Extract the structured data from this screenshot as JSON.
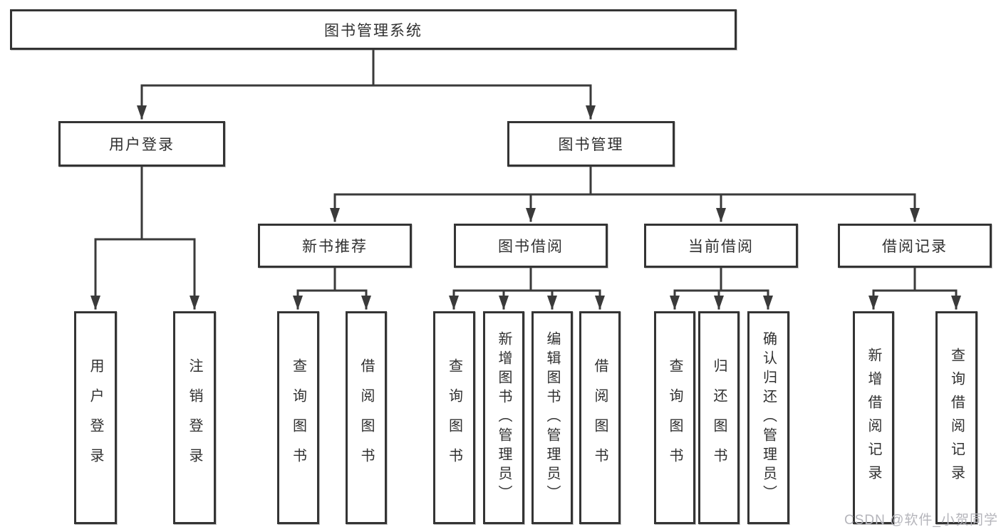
{
  "tree": {
    "root": "图书管理系统",
    "level2": [
      {
        "label": "用户登录",
        "leaves": [
          "用户登录",
          "注销登录"
        ]
      },
      {
        "label": "图书管理",
        "groups": [
          {
            "label": "新书推荐",
            "leaves": [
              "查询图书",
              "借阅图书"
            ]
          },
          {
            "label": "图书借阅",
            "leaves": [
              "查询图书",
              "新增图书（管理员）",
              "编辑图书（管理员）",
              "借阅图书"
            ]
          },
          {
            "label": "当前借阅",
            "leaves": [
              "查询图书",
              "归还图书",
              "确认归还（管理员）"
            ]
          },
          {
            "label": "借阅记录",
            "leaves": [
              "新增借阅记录",
              "查询借阅记录"
            ]
          }
        ]
      }
    ]
  },
  "watermark": {
    "text": "CSDN @软件_小贺同学"
  },
  "colors": {
    "line": "#3a3a3a",
    "border": "#343434",
    "text": "#303030",
    "background": "#ffffff",
    "watermark": "#b5b5bb"
  }
}
